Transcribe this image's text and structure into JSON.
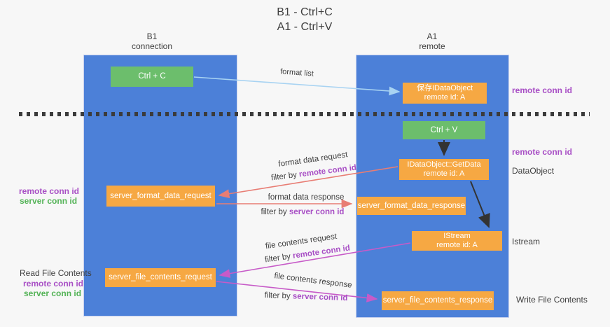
{
  "title": {
    "line1": "B1 - Ctrl+C",
    "line2": "A1 - Ctrl+V"
  },
  "lanes": {
    "b1": {
      "name": "B1",
      "role": "connection"
    },
    "a1": {
      "name": "A1",
      "role": "remote"
    }
  },
  "boxes": {
    "ctrl_c": {
      "label": "Ctrl + C"
    },
    "save_idataobject": {
      "line1": "保存IDataObject",
      "line2": "remote id: A"
    },
    "ctrl_v": {
      "label": "Ctrl + V"
    },
    "idataobject_getdata": {
      "line1": "IDataObject::GetData",
      "line2": "remote id: A"
    },
    "server_format_data_request": {
      "label": "server_format_data_request"
    },
    "server_format_data_response": {
      "label": "server_format_data_response"
    },
    "istream": {
      "line1": "IStream",
      "line2": "remote id: A"
    },
    "server_file_contents_request": {
      "label": "server_file_contents_request"
    },
    "server_file_contents_response": {
      "label": "server_file_contents_response"
    }
  },
  "edge_labels": {
    "format_list": "format list",
    "format_data_request": {
      "line1": "format data request",
      "filter_prefix": "filter by ",
      "filter_key": "remote conn id"
    },
    "format_data_response": {
      "line1": "format data response",
      "filter_prefix": "filter by ",
      "filter_key": "server conn id"
    },
    "file_contents_request": {
      "line1": "file contents request",
      "filter_prefix": "filter by ",
      "filter_key": "remote conn id"
    },
    "file_contents_response": {
      "line1": "file contents response",
      "filter_prefix": "filter by ",
      "filter_key": "server conn id"
    }
  },
  "annotations": {
    "right": {
      "remote_conn_id_top": "remote conn id",
      "remote_conn_id_mid": "remote conn id",
      "dataobject": "DataObject",
      "istream": "Istream",
      "write_file_contents": "Write File Contents"
    },
    "left": {
      "remote_conn_id_format": "remote conn id",
      "server_conn_id_format": "server conn id",
      "read_file_contents": "Read File Contents",
      "remote_conn_id_file": "remote conn id",
      "server_conn_id_file": "server conn id"
    }
  },
  "colors": {
    "lane_blue": "#4C80D8",
    "box_orange": "#F6A843",
    "box_green": "#6CBE6C",
    "arrow_salmon": "#E87D74",
    "arrow_magenta": "#C75BC8",
    "arrow_lightblue": "#A8D3F2",
    "arrow_black": "#333333",
    "text_purple": "#A84FC5",
    "text_green": "#54B357",
    "text_dark": "#3F3F3F",
    "background": "#F7F7F7"
  }
}
